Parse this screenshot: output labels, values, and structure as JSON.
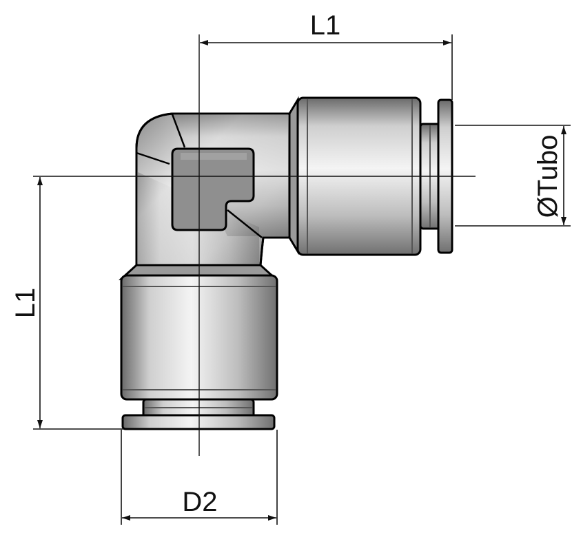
{
  "drawing": {
    "dimensions": {
      "top_length": "L1",
      "left_length": "L1",
      "bottom_diameter": "D2",
      "tube_diameter": "ØTubo"
    }
  }
}
